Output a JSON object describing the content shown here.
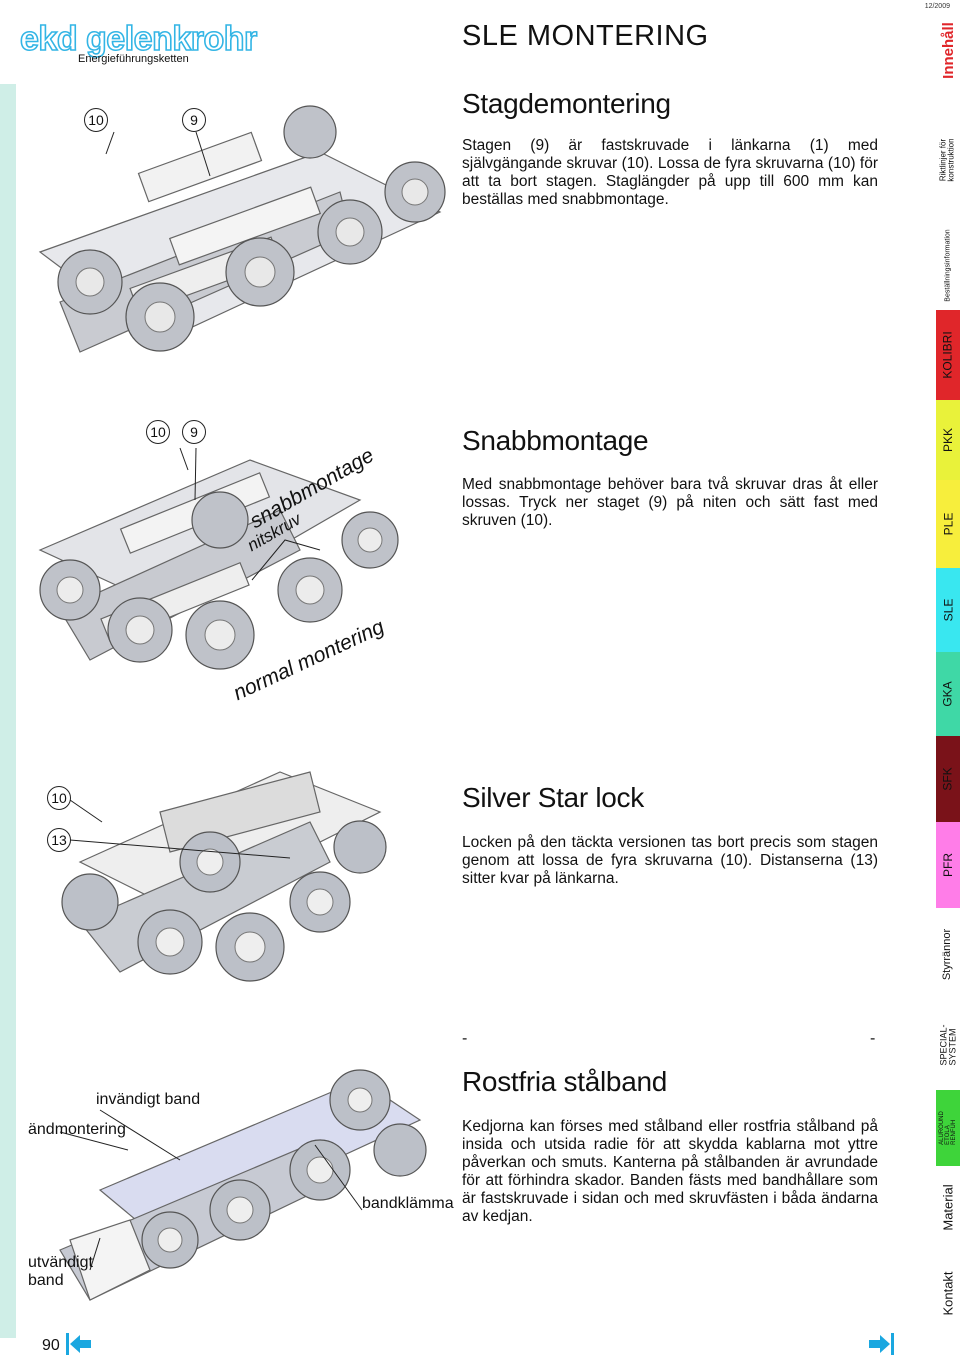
{
  "header": {
    "logo_text": "ekd gelenkrohr",
    "logo_tagline": "Energieführungsketten",
    "title": "SLE MONTERING",
    "date": "12/2009"
  },
  "sections": [
    {
      "heading": "Stagdemontering",
      "body": "Stagen (9) är fastskruvade i länkarna (1) med självgängande skruvar (10). Lossa de fyra skruvarna (10) för att ta bort stagen. Staglängder på upp till 600 mm kan beställas med snabbmontage.",
      "callouts": [
        "10",
        "9"
      ]
    },
    {
      "heading": "Snabbmontage",
      "body": "Med snabbmontage behöver bara två skruvar dras åt eller lossas. Tryck ner staget (9) på niten och sätt fast med skruven (10).",
      "callouts": [
        "10",
        "9"
      ],
      "labels": [
        "snabbmontage",
        "nitskruv",
        "normal montering"
      ]
    },
    {
      "heading": "Silver Star lock",
      "body": "Locken på den täckta versionen tas bort precis som stagen genom att lossa de fyra skruvarna (10). Distanserna (13) sitter kvar på länkarna.",
      "callouts": [
        "10",
        "13"
      ]
    },
    {
      "heading": "Rostfria stålband",
      "body": "Kedjorna kan förses med stålband eller rostfria stålband på insida och utsida radie för att skydda kablarna mot yttre påverkan och smuts. Kanterna på stålbanden är avrundade för att förhindra skador. Banden fästs med bandhållare som är fastskruvade i sidan och med skruvfästen i båda ändarna av kedjan.",
      "dash_left": "-",
      "dash_right": "-",
      "labels": [
        "invändigt band",
        "ändmontering",
        "bandklämma",
        "utvändigt band"
      ]
    }
  ],
  "side_nav": [
    {
      "label": "Innehåll",
      "bg": "#ffffff",
      "fg": "#e0262a",
      "size": "15px",
      "bold": true
    },
    {
      "label": "Riktlinjer för konstruktion",
      "bg": "#ffffff",
      "fg": "#111111",
      "size": "8px",
      "bold": false
    },
    {
      "label": "Beställningsinformation",
      "bg": "#ffffff",
      "fg": "#111111",
      "size": "7px",
      "bold": false
    },
    {
      "label": "KOLIBRI",
      "bg": "#e0262a",
      "fg": "#111111",
      "size": "12px",
      "bold": false
    },
    {
      "label": "PKK",
      "bg": "#e9f23a",
      "fg": "#111111",
      "size": "12px",
      "bold": false
    },
    {
      "label": "PLE",
      "bg": "#f7ee3c",
      "fg": "#111111",
      "size": "12px",
      "bold": false
    },
    {
      "label": "SLE",
      "bg": "#39e7f0",
      "fg": "#111111",
      "size": "12px",
      "bold": false
    },
    {
      "label": "GKA",
      "bg": "#3fd8a6",
      "fg": "#111111",
      "size": "12px",
      "bold": false
    },
    {
      "label": "SFK",
      "bg": "#7a1219",
      "fg": "#111111",
      "size": "12px",
      "bold": false
    },
    {
      "label": "PFR",
      "bg": "#ff7de8",
      "fg": "#111111",
      "size": "12px",
      "bold": false
    },
    {
      "label": "Styrrännor",
      "bg": "#ffffff",
      "fg": "#111111",
      "size": "11px",
      "bold": false
    },
    {
      "label": "SPECIAL-SYSTEM",
      "bg": "#ffffff",
      "fg": "#111111",
      "size": "9px",
      "bold": false
    },
    {
      "label": "ALUROUND ETOLA RENFÜH",
      "bg": "#3ed43a",
      "fg": "#111111",
      "size": "6px",
      "bold": false
    },
    {
      "label": "Material",
      "bg": "#ffffff",
      "fg": "#111111",
      "size": "13px",
      "bold": false
    },
    {
      "label": "Kontakt",
      "bg": "#ffffff",
      "fg": "#111111",
      "size": "13px",
      "bold": false
    }
  ],
  "footer": {
    "page_number": "90",
    "accent": "#1aa7e0"
  }
}
